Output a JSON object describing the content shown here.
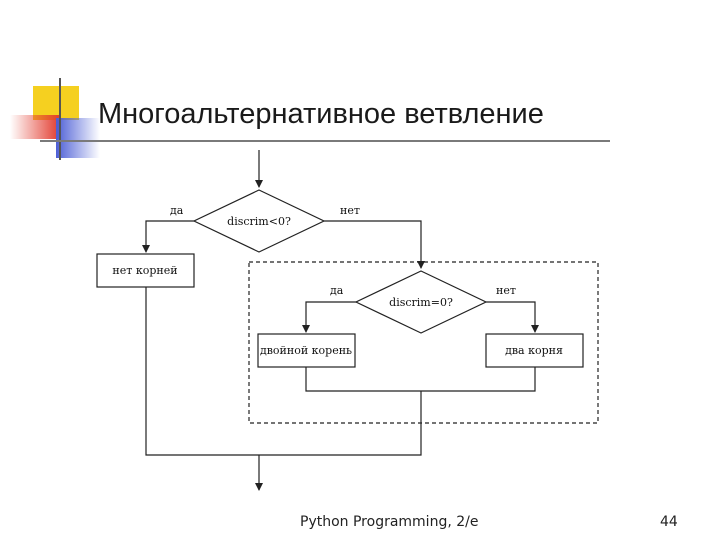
{
  "slide": {
    "title": "Многоальтернативное ветвление",
    "footer": "Python Programming, 2/e",
    "page_number": "44"
  },
  "diagram": {
    "decision1": {
      "condition": "discrim<0?",
      "yes_label": "да",
      "no_label": "нет"
    },
    "process_no_roots": "нет корней",
    "decision2": {
      "condition": "discrim=0?",
      "yes_label": "да",
      "no_label": "нет"
    },
    "process_double_root": "двойной корень",
    "process_two_roots": "два корня"
  },
  "colors": {
    "accent_yellow": "#f5d020",
    "accent_red": "#e23b2e",
    "accent_blue": "#4d5fd6",
    "rule_gray": "#7a7a7a"
  }
}
